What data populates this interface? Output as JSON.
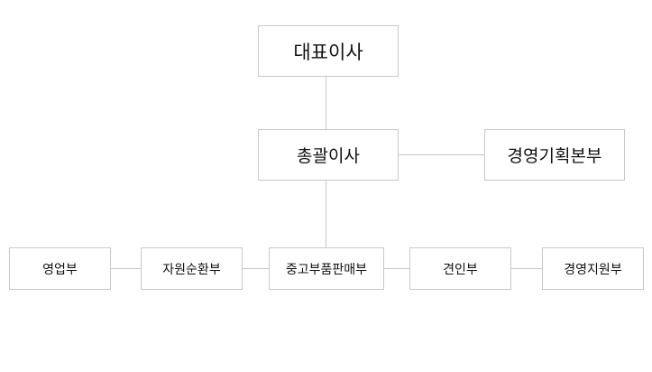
{
  "org_chart": {
    "ceo": "대표이사",
    "general_manager": "총괄이사",
    "planning_division": "경영기획본부",
    "departments": {
      "sales": "영업부",
      "resource_recycling": "자원순환부",
      "used_parts_sales": "중고부품판매부",
      "towing": "견인부",
      "management_support": "경영지원부"
    }
  }
}
